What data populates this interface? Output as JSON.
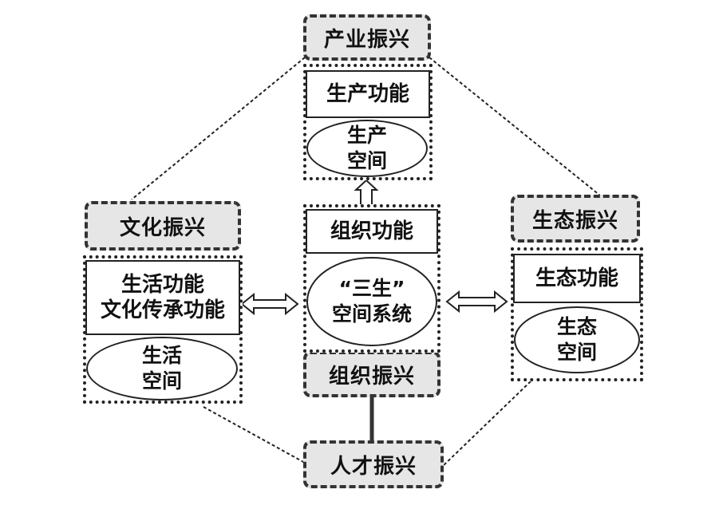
{
  "revitalizations": {
    "industry": "产业振兴",
    "culture": "文化振兴",
    "ecology": "生态振兴",
    "organization": "组织振兴",
    "talent": "人才振兴"
  },
  "production": {
    "function": "生产功能",
    "space_line1": "生产",
    "space_line2": "空间"
  },
  "living": {
    "function_line1": "生活功能",
    "function_line2": "文化传承功能",
    "space_line1": "生活",
    "space_line2": "空间"
  },
  "ecological": {
    "function": "生态功能",
    "space_line1": "生态",
    "space_line2": "空间"
  },
  "center": {
    "function": "组织功能",
    "system_line1": "“三生”",
    "system_line2": "空间系统"
  }
}
